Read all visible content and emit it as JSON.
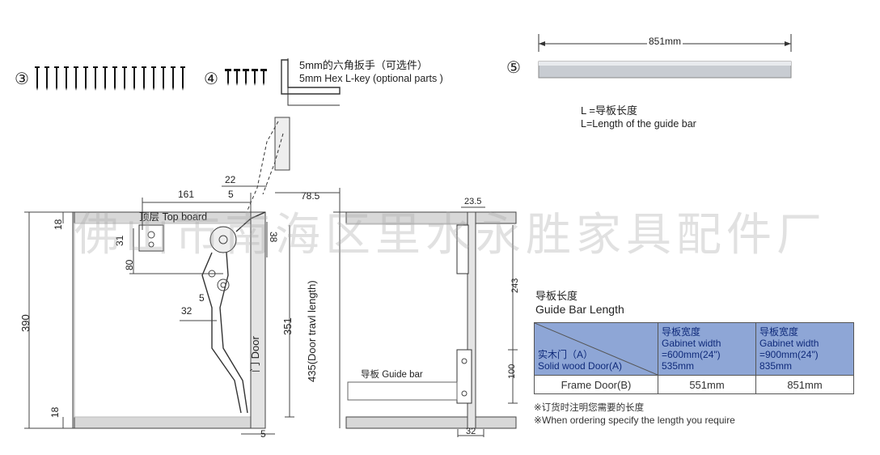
{
  "parts": {
    "p3": "③",
    "p4": "④",
    "p5": "⑤"
  },
  "hex_key": {
    "cn": "5mm的六角扳手（可选件）",
    "en": "5mm Hex L-key (optional parts )"
  },
  "guide_bar": {
    "length_dim": "851mm",
    "L_cn": "L =导板长度",
    "L_en": "L=Length of the guide bar"
  },
  "front_view": {
    "top_board": "顶层 Top board",
    "door": "门 Door",
    "door_travel": "435(Door travl length)",
    "dims": {
      "d22": "22",
      "d161": "161",
      "d5a": "5",
      "d78": "78.5",
      "d18a": "18",
      "d31": "31",
      "d80": "80",
      "d38": "38",
      "d32": "32",
      "d5b": "5",
      "d390": "390",
      "d351": "351",
      "d18b": "18",
      "d5c": "5"
    }
  },
  "side_view": {
    "guide_bar_label": "导板 Guide bar",
    "dims": {
      "d23": "23.5",
      "d243": "243",
      "d100": "100",
      "d32": "32"
    }
  },
  "table": {
    "title_cn": "导板长度",
    "title_en": "Guide Bar Length",
    "corner_cn": "实木门（A）",
    "corner_en": "Solid wood Door(A)",
    "col1": [
      "导板宽度",
      "Gabinet width",
      "=600mm(24\")",
      "535mm"
    ],
    "col2": [
      "导板宽度",
      "Gabinet width",
      "=900mm(24\")",
      "835mm"
    ],
    "frame_label": "Frame Door(B)",
    "frame_v1": "551mm",
    "frame_v2": "851mm"
  },
  "notes": {
    "cn": "※订货时注明您需要的长度",
    "en": "※When ordering specify the length you require"
  },
  "watermark": "佛山市南海区里水永胜家具配件厂",
  "colors": {
    "table_header": "#8ea6d6",
    "table_text": "#0f2a7a",
    "board_fill": "#d8d8d8",
    "bar_fill": "#c8ccd2"
  }
}
